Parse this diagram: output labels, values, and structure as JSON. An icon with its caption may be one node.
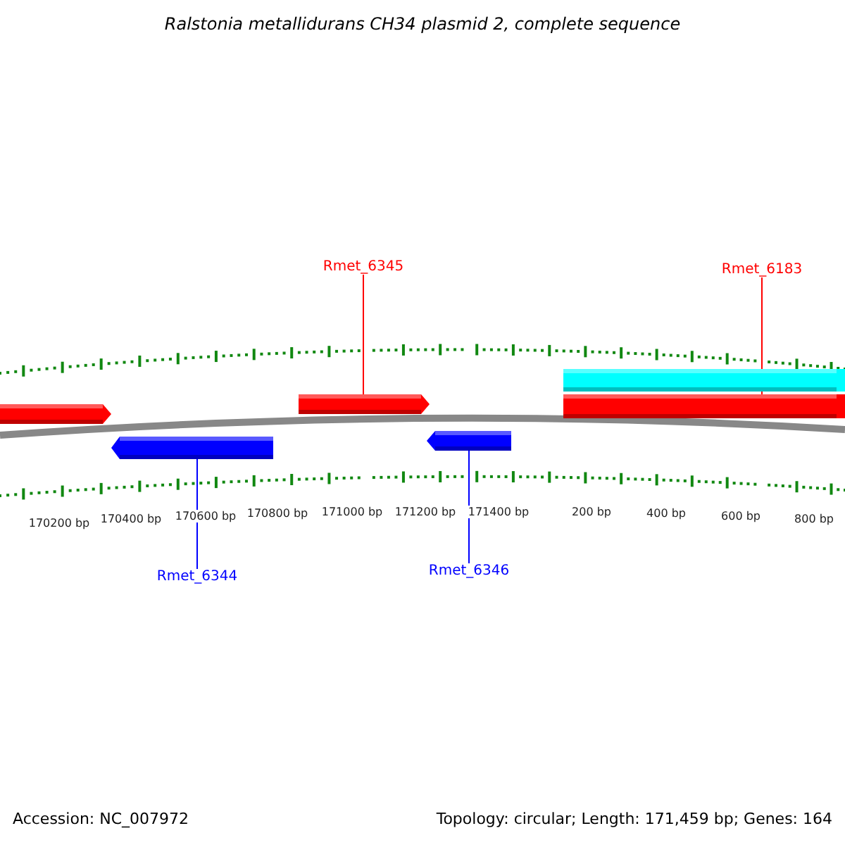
{
  "diagram": {
    "title": "Ralstonia metallidurans CH34 plasmid 2, complete sequence",
    "nodes": [
      {
        "text": [
          "Rmet_6345"
        ]
      },
      {
        "text": [
          "Rmet_6183"
        ]
      },
      {
        "text": [],
        "shape": "bar"
      },
      {
        "text": [],
        "shape": "bar"
      },
      {
        "text": [],
        "shape": "bar"
      },
      {
        "text": [],
        "shape": "bar"
      },
      {
        "text": [],
        "shape": "bar"
      },
      {
        "text": [],
        "shape": "bar"
      },
      {
        "text": [
          "Rmet_6344"
        ]
      },
      {
        "text": [
          "Rmet_6346"
        ]
      }
    ],
    "edges": [
      {
        "from": 0,
        "to": 4,
        "arrow": "none",
        "color": "#ff0000"
      },
      {
        "from": 1,
        "to": 5,
        "arrow": "none",
        "color": "#ff0000"
      },
      {
        "from": 8,
        "to": 6,
        "arrow": "none",
        "color": "#0000ff"
      },
      {
        "from": 9,
        "to": 7,
        "arrow": "none",
        "color": "#0000ff"
      }
    ],
    "labels": [
      "170200 bp",
      "170400 bp",
      "170600 bp",
      "170800 bp",
      "171000 bp",
      "171200 bp",
      "171400 bp",
      "200 bp",
      "400 bp",
      "600 bp",
      "800 bp",
      "Accession: NC_007972",
      "Topology: circular; Length: 171,459 bp; Genes: 164"
    ]
  }
}
